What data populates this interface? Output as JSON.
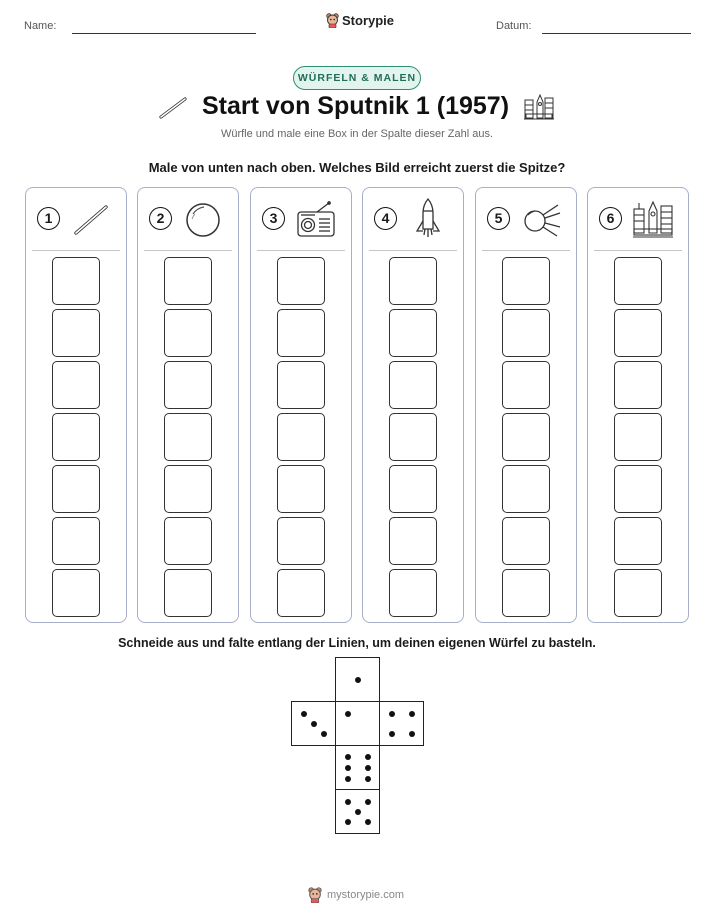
{
  "header": {
    "name_label": "Name:",
    "date_label": "Datum:",
    "brand": "Storypie",
    "brand_icon": "storypie-bear-icon"
  },
  "badge": "WÜRFELN & MALEN",
  "title": "Start von Sputnik 1 (1957)",
  "subtitle": "Würfle und male eine Box in der Spalte dieser Zahl aus.",
  "instruction": "Male von unten nach oben. Welches Bild erreicht zuerst die Spitze?",
  "columns": [
    {
      "number": "1",
      "icon": "antenna-rod-icon"
    },
    {
      "number": "2",
      "icon": "sphere-icon"
    },
    {
      "number": "3",
      "icon": "radio-icon"
    },
    {
      "number": "4",
      "icon": "rocket-icon"
    },
    {
      "number": "5",
      "icon": "sputnik-satellite-icon"
    },
    {
      "number": "6",
      "icon": "launch-facility-icon"
    }
  ],
  "boxes_per_column": 7,
  "cut_instruction": "Schneide aus und falte entlang der Linien, um deinen eigenen Würfel zu basteln.",
  "die_faces": [
    1,
    3,
    1,
    4,
    6,
    5
  ],
  "footer": "mystorypie.com",
  "colors": {
    "badge_border": "#2d8f73",
    "badge_fill": "#e3f4ee",
    "column_border": "#a9afc9"
  }
}
